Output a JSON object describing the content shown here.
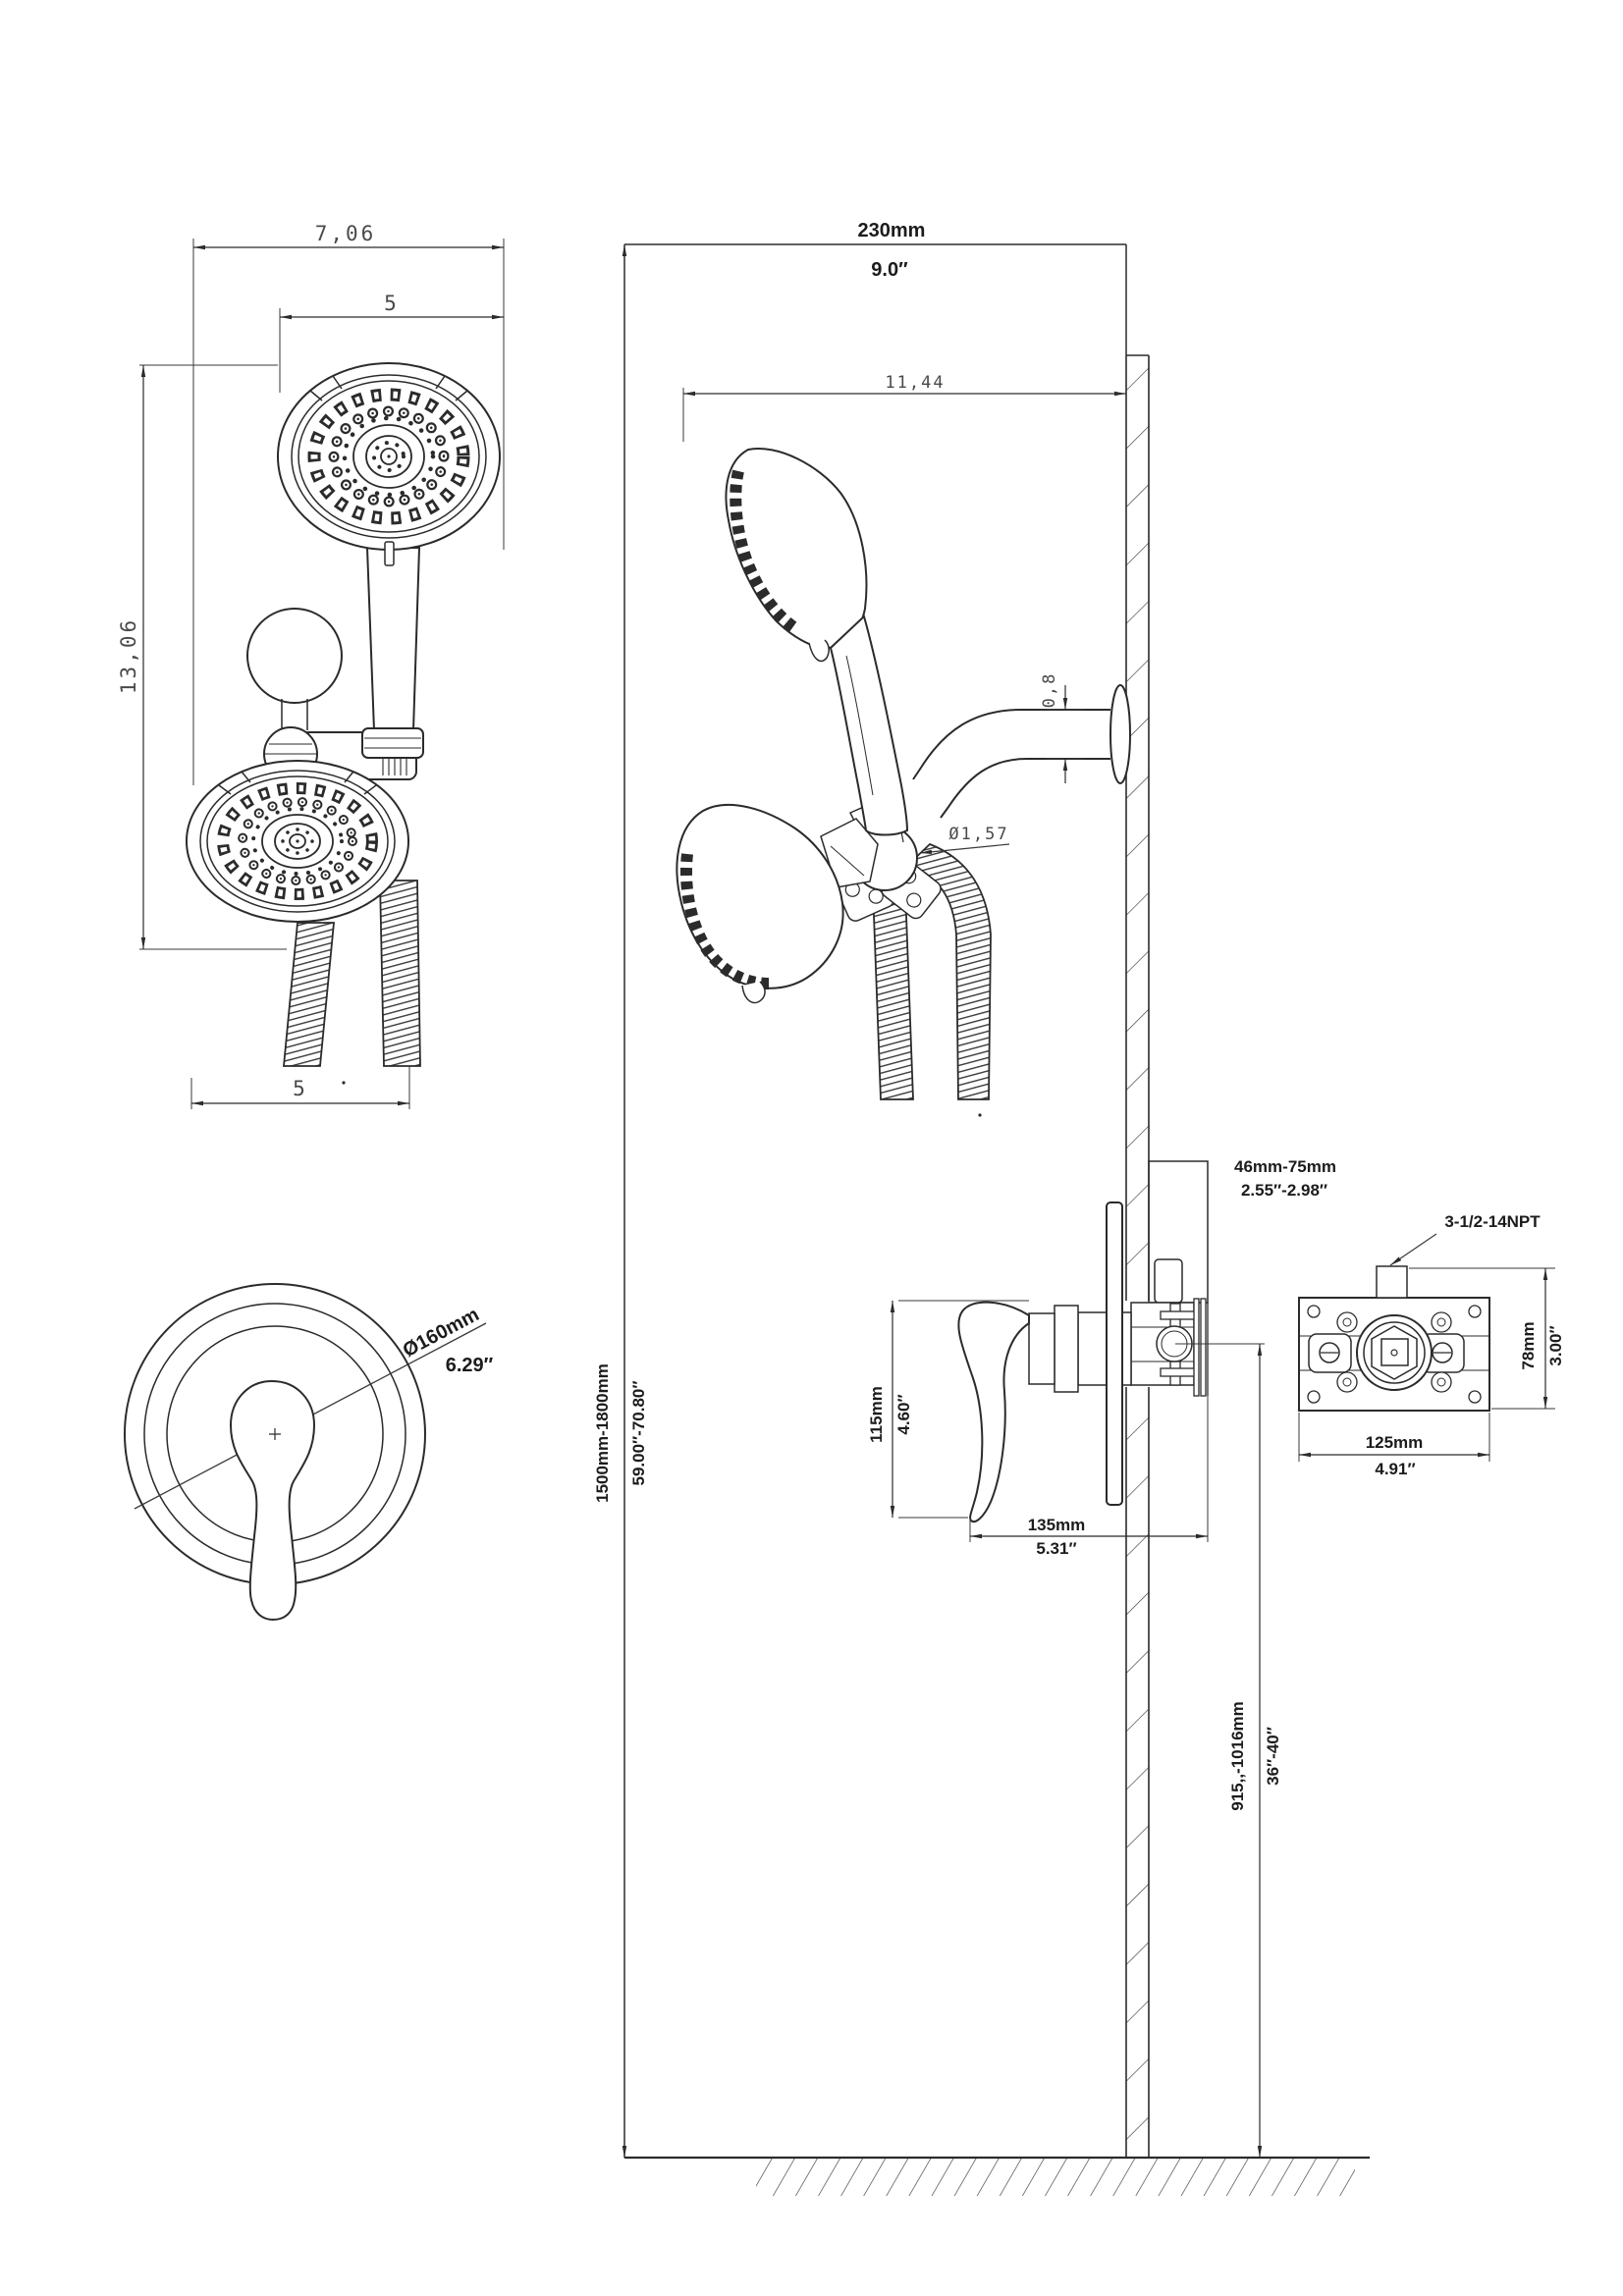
{
  "front_view": {
    "total_width": "7,06",
    "head_width": "5",
    "total_height": "13,06",
    "bottom_width": "5"
  },
  "side_view": {
    "width_mm": "230mm",
    "width_in": "9.0″",
    "depth": "11,44",
    "arm_diameter": "0,8",
    "ball_diameter": "Ø1,57"
  },
  "trim": {
    "diameter_mm": "Ø160mm",
    "diameter_in": "6.29″"
  },
  "valve": {
    "wall_range_mm": "46mm-75mm",
    "wall_range_in": "2.55″-2.98″",
    "thread": "3-1/2-14NPT",
    "trim_height_mm": "115mm",
    "trim_height_in": "4.60″",
    "trim_depth_mm": "135mm",
    "trim_depth_in": "5.31″",
    "rough_height_mm": "78mm",
    "rough_height_in": "3.00″",
    "rough_width_mm": "125mm",
    "rough_width_in": "4.91″"
  },
  "install": {
    "head_height_mm": "1500mm-1800mm",
    "head_height_in": "59.00″-70.80″",
    "valve_height_mm": "915,,-1016mm",
    "valve_height_in": "36″-40″"
  }
}
